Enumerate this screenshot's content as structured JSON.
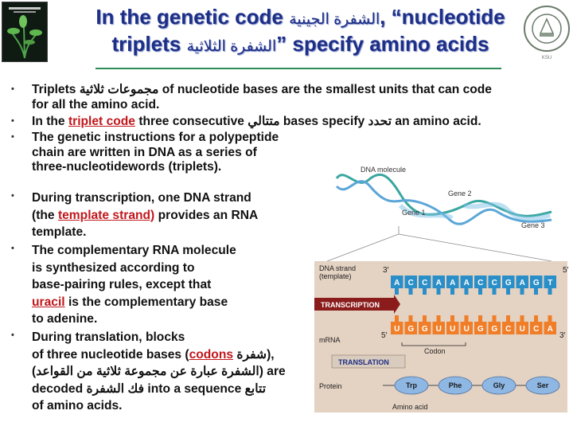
{
  "title": {
    "l1_a": "In the genetic code",
    "l1_ar": "الشفرة الجينية",
    "l1_b": ", “nucleotide",
    "l2_a": "triplets",
    "l2_ar": "الشفرة الثلاثية",
    "l2_b": "” specify amino acids"
  },
  "bullets": {
    "b1": {
      "a": "Triplets",
      "ar": "مجموعات ثلاثية",
      "b": "of nucleotide bases are the smallest units that can code",
      "c": "for all the amino acid."
    },
    "b2": {
      "a": "In the",
      "red": "triplet code",
      "b": "three consecutive",
      "ar1": "متتالي",
      "c": "bases specify",
      "ar2": "تحدد",
      "d": "an amino acid."
    },
    "b3": {
      "l1": "The genetic instructions for a polypeptide",
      "l2": "chain are written in DNA as a series of",
      "l3": "three-nucleotidewords (triplets)."
    },
    "b4": {
      "l1": "During transcription, one DNA strand",
      "l2a": "(the",
      "red": "template strand)",
      "l2b": "provides an RNA",
      "l3": "template."
    },
    "b5": {
      "l1": "The complementary RNA molecule",
      "l2": "is synthesized according to",
      "l3": "base-pairing rules, except that",
      "red": "uracil",
      "l4b": "is the complementary base",
      "l5": "to adenine."
    },
    "b6": {
      "l1": "During translation, blocks",
      "l2a": "of three nucleotide bases (",
      "red": "codons",
      "ar1": "شفرة",
      "l2b": "),",
      "l3a": "(",
      "ar2": "الشفرة عبارة عن مجموعة ثلاثية من القواعد",
      "l3b": ") are",
      "l4a": "decoded",
      "ar3": "فك الشفرة",
      "l4b": "into a sequence",
      "ar4": "تتابع",
      "l5": "of amino acids."
    }
  },
  "figure": {
    "dna_molecule": "DNA molecule",
    "gene2": "Gene 2",
    "gene1": "Gene 1",
    "gene3": "Gene 3",
    "dna_strand": "DNA strand",
    "template": "(template)",
    "three_prime": "3′",
    "five_prime": "5′",
    "dna_bases": [
      "A",
      "C",
      "C",
      "A",
      "A",
      "A",
      "C",
      "C",
      "G",
      "A",
      "G",
      "T"
    ],
    "transcription": "TRANSCRIPTION",
    "mrna": "mRNA",
    "mrna_5": "5′",
    "mrna_3": "3′",
    "mrna_bases": [
      "U",
      "G",
      "G",
      "U",
      "U",
      "U",
      "G",
      "G",
      "C",
      "U",
      "C",
      "A"
    ],
    "codon": "Codon",
    "translation": "TRANSLATION",
    "protein": "Protein",
    "amino": [
      "Trp",
      "Phe",
      "Gly",
      "Ser"
    ],
    "amino_acid": "Amino acid"
  },
  "colors": {
    "title": "#1d2f86",
    "red": "#c0171c",
    "rule": "#2e8b57",
    "dna_base": "#2a8fc8",
    "mrna_base": "#f07e28",
    "band": "#8a1c1c"
  }
}
